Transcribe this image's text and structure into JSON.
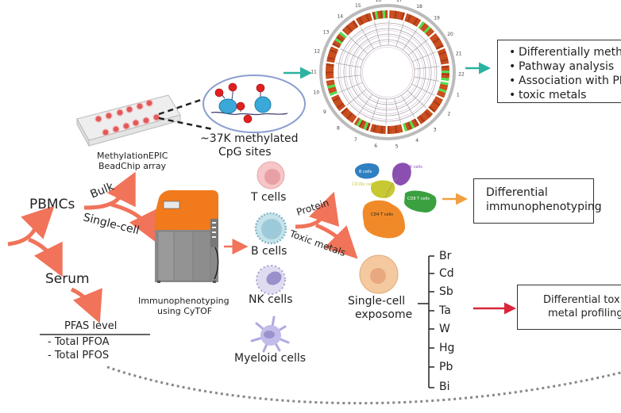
{
  "colors": {
    "arrow_salmon": "#f0735a",
    "arrow_teal": "#2ab3a0",
    "arrow_orange": "#f0a040",
    "arrow_red": "#d9263a",
    "cytof_orange": "#f07a1c",
    "cytof_gray": "#8a8a8a",
    "nucleosome": "#3aa8d8",
    "methyl": "#e02020",
    "dotted": "#888888"
  },
  "sources": {
    "pbmcs": "PBMCs",
    "serum": "Serum"
  },
  "branches": {
    "bulk": "Bulk",
    "single_cell": "Single-cell",
    "protein": "Protein",
    "toxic_metals": "Toxic metals"
  },
  "methylation": {
    "array_label_line1": "MethylationEPIC",
    "array_label_line2": "BeadChip array",
    "sites_line1": "~37K methylated",
    "sites_line2": "CpG sites"
  },
  "circos": {
    "chromosomes": [
      "1",
      "2",
      "3",
      "4",
      "5",
      "6",
      "7",
      "8",
      "9",
      "10",
      "11",
      "12",
      "13",
      "14",
      "15",
      "16",
      "17",
      "18",
      "19",
      "20",
      "21",
      "22"
    ]
  },
  "methylation_outcomes": {
    "items": [
      "Differentially meth",
      "Pathway analysis",
      "Association with PF",
      "toxic metals"
    ]
  },
  "cytof": {
    "label_line1": "Immunophenotyping",
    "label_line2": "using CyTOF"
  },
  "cell_types": [
    {
      "label": "T cells"
    },
    {
      "label": "B cells"
    },
    {
      "label": "NK cells"
    },
    {
      "label": "Myeloid cells"
    }
  ],
  "umap_clusters": [
    {
      "label": "B cells",
      "color": "#2f7fc1"
    },
    {
      "label": "NK cells",
      "color": "#8a4fb0"
    },
    {
      "label": "CD16c cells",
      "color": "#c8c832"
    },
    {
      "label": "CD8 T cells",
      "color": "#3aa040"
    },
    {
      "label": "CD4 T cells",
      "color": "#f08a28"
    }
  ],
  "immuno_outcome": {
    "line1": "Differential",
    "line2": "immunophenotyping"
  },
  "exposome": {
    "line1": "Single-cell",
    "line2": "exposome",
    "metals": [
      "Br",
      "Cd",
      "Sb",
      "Ta",
      "W",
      "Hg",
      "Pb",
      "Bi"
    ]
  },
  "metal_outcome": {
    "line1": "Differential tox",
    "line2": "metal profiling"
  },
  "pfas": {
    "title": "PFAS level",
    "items": [
      "- Total PFOA",
      "- Total PFOS"
    ]
  }
}
